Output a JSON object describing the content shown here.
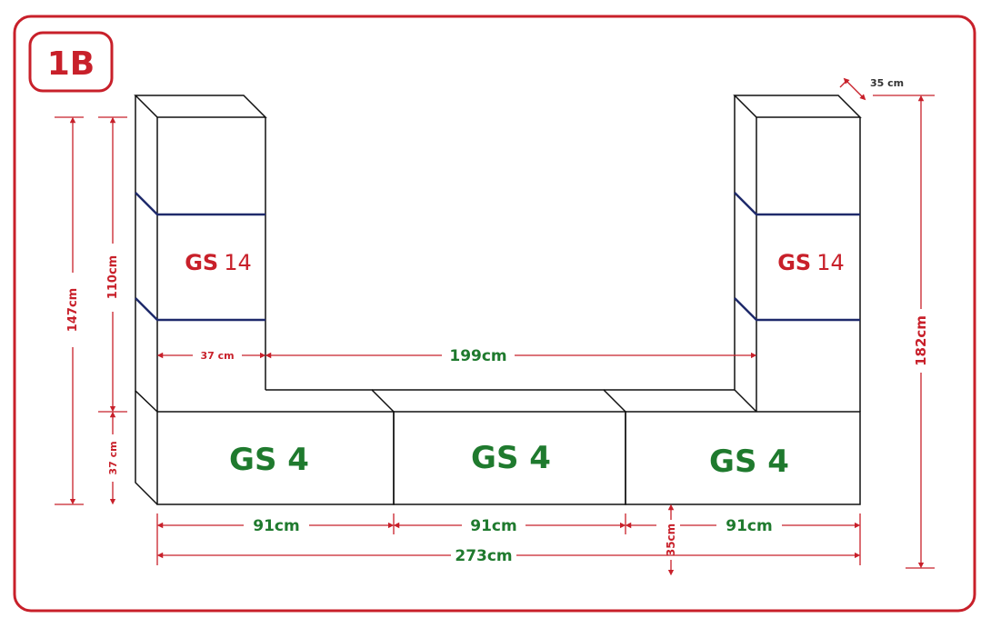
{
  "badge": {
    "text": "1B"
  },
  "modules": {
    "tall_left": {
      "code": "GS",
      "number": "14"
    },
    "tall_right": {
      "code": "GS",
      "number": "14"
    },
    "base": [
      {
        "label": "GS 4"
      },
      {
        "label": "GS 4"
      },
      {
        "label": "GS 4"
      }
    ]
  },
  "dimensions": {
    "depth_top": "35 cm",
    "total_height_left": "147cm",
    "cabinet_height_left": "110cm",
    "base_height_left": "37 cm",
    "tall_width": "37 cm",
    "gap_width": "199cm",
    "total_height_right": "182cm",
    "base_width_1": "91cm",
    "base_width_2": "91cm",
    "base_width_3": "91cm",
    "total_width": "273cm",
    "base_depth": "35cm"
  },
  "colors": {
    "frame": "#c8202a",
    "dim_line": "#c8202a",
    "green_text": "#1f7a2e",
    "red_text": "#c8202a",
    "outline": "#111111",
    "shelf": "#1f2a6b"
  }
}
